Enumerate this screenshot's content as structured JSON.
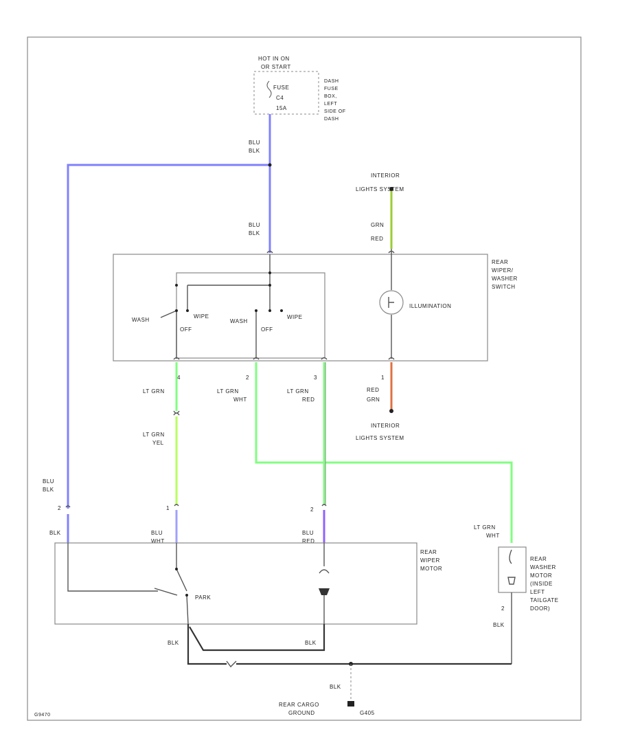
{
  "colors": {
    "blu_blk": "#8080ff",
    "lt_grn": "#80ff80",
    "lt_grn_yel": "#b8ff60",
    "grn_red": "#9acd32",
    "red_grn": "#e07040",
    "blu_wht": "#a0a0ff",
    "blu_red": "#9060ff",
    "gray": "#555555"
  },
  "fuse": {
    "line1": "HOT IN ON",
    "line2": "OR START",
    "fuse_label": "FUSE",
    "fuse_num": "C4",
    "fuse_amp": "15A",
    "loc1": "DASH",
    "loc2": "FUSE",
    "loc3": "BOX,",
    "loc4": "LEFT",
    "loc5": "SIDE OF",
    "loc6": "DASH"
  },
  "wires": {
    "top_a": "BLU",
    "top_b": "BLK",
    "mid_a": "BLU",
    "mid_b": "BLK",
    "left_a": "BLU",
    "left_b": "BLK",
    "left_bottom": "BLK",
    "illum_a": "GRN",
    "illum_b": "RED",
    "sw4_a": "LT GRN",
    "sw2_a": "LT GRN",
    "sw2_b": "WHT",
    "sw3_a": "LT GRN",
    "sw3_b": "RED",
    "red_a": "RED",
    "red_b": "GRN",
    "ltgrn_yel_a": "LT GRN",
    "ltgrn_yel_b": "YEL",
    "motor_blu_wht_a": "BLU",
    "motor_blu_wht_b": "WHT",
    "motor_blu_red_a": "BLU",
    "motor_blu_red_b": "RED",
    "washer_a": "LT GRN",
    "washer_b": "WHT",
    "washer_gnd": "BLK",
    "gnd_left": "BLK",
    "gnd_right": "BLK",
    "gnd_down": "BLK"
  },
  "pins": {
    "sw4": "4",
    "sw2": "2",
    "sw3": "3",
    "sw1": "1",
    "m2a": "2",
    "m1": "1",
    "m2b": "2",
    "w2": "2"
  },
  "labels": {
    "interior_top_1": "INTERIOR",
    "interior_top_2": "LIGHTS SYSTEM",
    "interior_bot_1": "INTERIOR",
    "interior_bot_2": "LIGHTS SYSTEM",
    "switch_1": "REAR",
    "switch_2": "WIPER/",
    "switch_3": "WASHER",
    "switch_4": "SWITCH",
    "illumination": "ILLUMINATION",
    "wash1": "WASH",
    "off1": "OFF",
    "wipe1": "WIPE",
    "wash2": "WASH",
    "off2": "OFF",
    "wipe2": "WIPE",
    "motor_1": "REAR",
    "motor_2": "WIPER",
    "motor_3": "MOTOR",
    "park": "PARK",
    "washer_1": "REAR",
    "washer_2": "WASHER",
    "washer_3": "MOTOR",
    "washer_4": "(INSIDE",
    "washer_5": "LEFT",
    "washer_6": "TAILGATE",
    "washer_7": "DOOR)",
    "ground_1": "REAR CARGO",
    "ground_2": "GROUND",
    "ground_3": "G405",
    "corner": "G9470"
  }
}
